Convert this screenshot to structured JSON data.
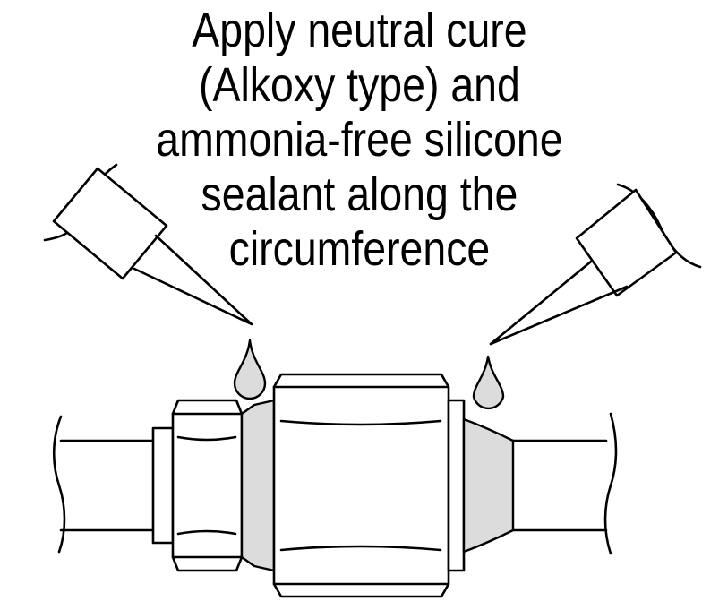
{
  "caption": {
    "lines": [
      "Apply neutral cure",
      "(Alkoxy type) and",
      "ammonia-free silicone",
      "sealant along the",
      "circumference"
    ]
  },
  "colors": {
    "line": "#000000",
    "sealant": "#dcdcdc",
    "background": "#ffffff"
  },
  "icons": {
    "left_applicator": "sealant-nozzle-icon",
    "right_applicator": "sealant-nozzle-icon",
    "droplet": "sealant-drop-icon"
  }
}
